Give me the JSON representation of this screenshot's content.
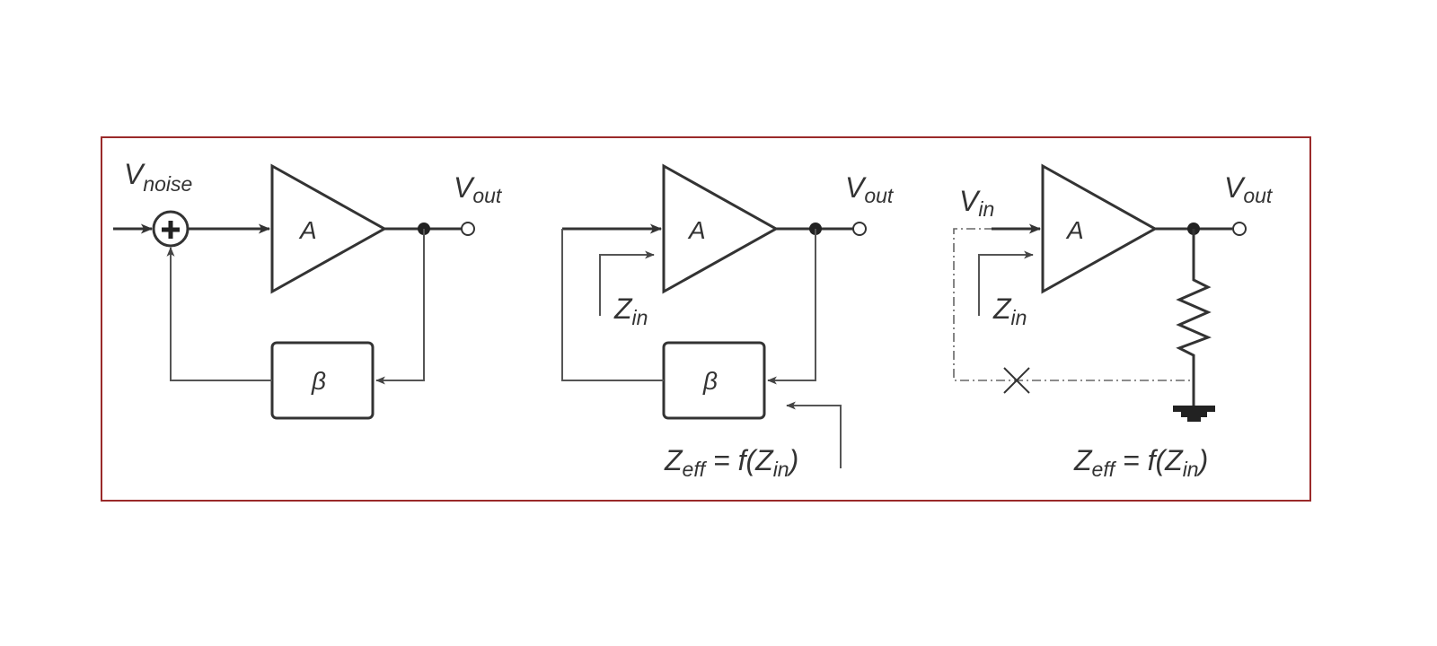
{
  "frame_color": "#9a2a2a",
  "ink_color": "#333333",
  "diagrams": [
    {
      "input_label": {
        "main": "V",
        "sub": "noise"
      },
      "amplifier": "A",
      "output_label": {
        "main": "V",
        "sub": "out"
      },
      "feedback": "β"
    },
    {
      "amplifier": "A",
      "output_label": {
        "main": "V",
        "sub": "out"
      },
      "feedback": "β",
      "zin_label": {
        "main": "Z",
        "sub": "in"
      },
      "zeff_label": {
        "main": "Z",
        "sub": "eff",
        "eq": " = f(Z",
        "eq_sub": "in",
        "close": ")"
      }
    },
    {
      "input_label": {
        "main": "V",
        "sub": "in"
      },
      "amplifier": "A",
      "output_label": {
        "main": "V",
        "sub": "out"
      },
      "zin_label": {
        "main": "Z",
        "sub": "in"
      },
      "zeff_label": {
        "main": "Z",
        "sub": "eff",
        "eq": " = f(Z",
        "eq_sub": "in",
        "close": ")"
      }
    }
  ]
}
